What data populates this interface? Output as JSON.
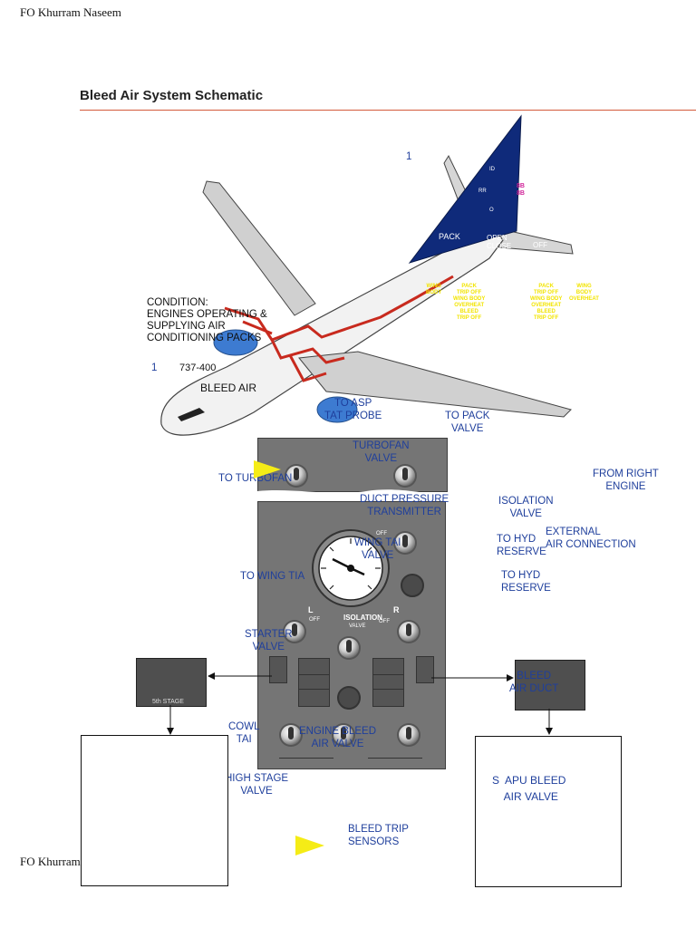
{
  "header": {
    "author": "FO Khurram Naseem"
  },
  "footer": {
    "author": "FO Khurram Naseem"
  },
  "title": "Bleed Air System Schematic",
  "labels": {
    "n1_top": "1",
    "n1_left": "1",
    "model": "737-400",
    "bleed_air": "BLEED AIR",
    "condition": "CONDITION:\nENGINES OPERATING &\nSUPPLYING AIR\nCONDITIONING PACKS",
    "to_asp": "TO ASP\nTAT PROBE",
    "to_pack_valve": "TO PACK\nVALVE",
    "turbofan_valve": "TURBOFAN\nVALVE",
    "to_turbofan": "TO TURBOFAN",
    "from_right_engine": "FROM RIGHT\nENGINE",
    "duct_pressure": "DUCT PRESSURE\nTRANSMITTER",
    "isolation_valve": "ISOLATION\nVALVE",
    "to_hyd_reserve_1": "TO HYD\nRESERVE",
    "external_air": "EXTERNAL\nAIR CONNECTION",
    "wing_tai_valve": "WING TAI\nVALVE",
    "to_hyd_reserve_2": "TO HYD\nRESERVE",
    "to_wing_tia": "TO WING TIA",
    "starter_valve": "STARTER\nVALVE",
    "bleed_air_duct": "BLEED\nAIR DUCT",
    "cowl_tai": "COWL\nTAI",
    "engine_bleed_valve": "ENGINE BLEED\nAIR VALVE",
    "high_stage_valve": "HIGH STAGE\nVALVE",
    "apu_bleed_valve": "S  APU BLEED\n    AIR VALVE",
    "bleed_trip_sensors": "BLEED TRIP\nSENSORS",
    "stage": "5th STAGE"
  },
  "panel": {
    "isolation_label": "ISOLATION",
    "valve_label": "VALVE",
    "l_label": "L",
    "r_label": "R",
    "off_left": "OFF",
    "off_right": "OFF",
    "off_top": "OFF"
  },
  "tail_text": {
    "pack": "PACK",
    "open_close": "OPEN\nCLOSE",
    "off": "OFF",
    "pink1": "8B",
    "pink2": "8B"
  },
  "yellow_text": [
    "WING\nBODY",
    "PACK\nTRIP OFF\nWING BODY\nOVERHEAT\nBLEED\nTRIP OFF",
    "PACK\nTRIP OFF\nWING BODY\nOVERHEAT\nBLEED\nTRIP OFF",
    "WING\nBODY\nOVERHEAT"
  ],
  "colors": {
    "label_blue": "#1f3f9c",
    "tail_blue": "#0f2a7a",
    "duct_red": "#c82a1e",
    "sensor_yellow": "#f5ec16",
    "rule": "#d35a3a"
  }
}
